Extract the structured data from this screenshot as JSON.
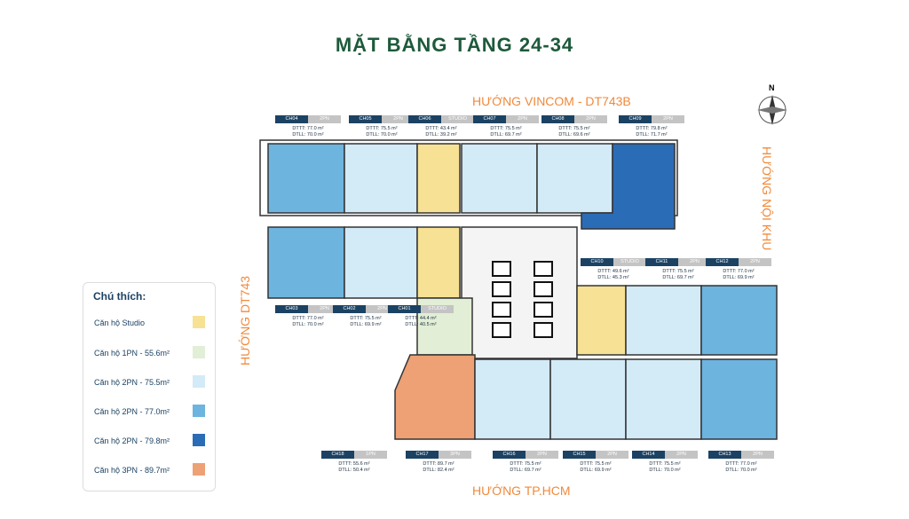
{
  "title": "MẶT BẰNG TẦNG 24-34",
  "directions": {
    "top": "HƯỚNG VINCOM - DT743B",
    "right": "HƯỚNG NỘI KHU",
    "left": "HƯỚNG DT743",
    "bottom": "HƯỚNG TP.HCM"
  },
  "compass": {
    "label": "N"
  },
  "legend": {
    "title": "Chú thích:",
    "items": [
      {
        "label": "Căn hộ Studio",
        "color": "#f7e194"
      },
      {
        "label": "Căn hộ 1PN - 55.6m²",
        "color": "#e2eed5"
      },
      {
        "label": "Căn hộ 2PN - 75.5m²",
        "color": "#d3eaf7"
      },
      {
        "label": "Căn hộ 2PN - 77.0m²",
        "color": "#6db4de"
      },
      {
        "label": "Căn hộ 2PN - 79.8m²",
        "color": "#2b6cb6"
      },
      {
        "label": "Căn hộ 3PN - 89.7m²",
        "color": "#eda174"
      }
    ]
  },
  "units": [
    {
      "code": "CH04",
      "type": "2PN",
      "dttt": "DTTT: 77.0 m²",
      "dtll": "DTLL: 70.0 m²"
    },
    {
      "code": "CH05",
      "type": "2PN",
      "dttt": "DTTT: 75.5 m²",
      "dtll": "DTLL: 70.0 m²"
    },
    {
      "code": "CH06",
      "type": "STUDIO",
      "dttt": "DTTT: 43.4 m²",
      "dtll": "DTLL: 39.2 m²"
    },
    {
      "code": "CH07",
      "type": "2PN",
      "dttt": "DTTT: 75.5 m²",
      "dtll": "DTLL: 69.7 m²"
    },
    {
      "code": "CH08",
      "type": "2PN",
      "dttt": "DTTT: 75.5 m²",
      "dtll": "DTLL: 69.6 m²"
    },
    {
      "code": "CH09",
      "type": "2PN",
      "dttt": "DTTT: 79.8 m²",
      "dtll": "DTLL: 71.7 m²"
    },
    {
      "code": "CH03",
      "type": "2PN",
      "dttt": "DTTT: 77.0 m²",
      "dtll": "DTLL: 70.0 m²"
    },
    {
      "code": "CH02",
      "type": "2PN",
      "dttt": "DTTT: 75.5 m²",
      "dtll": "DTLL: 69.9 m²"
    },
    {
      "code": "CH01",
      "type": "STUDIO",
      "dttt": "DTTT: 44.4 m²",
      "dtll": "DTLL: 40.5 m²"
    },
    {
      "code": "CH10",
      "type": "STUDIO",
      "dttt": "DTTT: 49.6 m²",
      "dtll": "DTLL: 45.3 m²"
    },
    {
      "code": "CH11",
      "type": "2PN",
      "dttt": "DTTT: 75.5 m²",
      "dtll": "DTLL: 69.7 m²"
    },
    {
      "code": "CH12",
      "type": "2PN",
      "dttt": "DTTT: 77.0 m²",
      "dtll": "DTLL: 69.9 m²"
    },
    {
      "code": "CH18",
      "type": "1PN",
      "dttt": "DTTT: 55.6 m²",
      "dtll": "DTLL: 50.4 m²"
    },
    {
      "code": "CH17",
      "type": "3PN",
      "dttt": "DTTT: 89.7 m²",
      "dtll": "DTLL: 82.4 m²"
    },
    {
      "code": "CH16",
      "type": "2PN",
      "dttt": "DTTT: 75.5 m²",
      "dtll": "DTLL: 69.7 m²"
    },
    {
      "code": "CH15",
      "type": "2PN",
      "dttt": "DTTT: 75.5 m²",
      "dtll": "DTLL: 69.9 m²"
    },
    {
      "code": "CH14",
      "type": "2PN",
      "dttt": "DTTT: 75.5 m²",
      "dtll": "DTLL: 70.0 m²"
    },
    {
      "code": "CH13",
      "type": "2PN",
      "dttt": "DTTT: 77.0 m²",
      "dtll": "DTLL: 70.0 m²"
    }
  ]
}
